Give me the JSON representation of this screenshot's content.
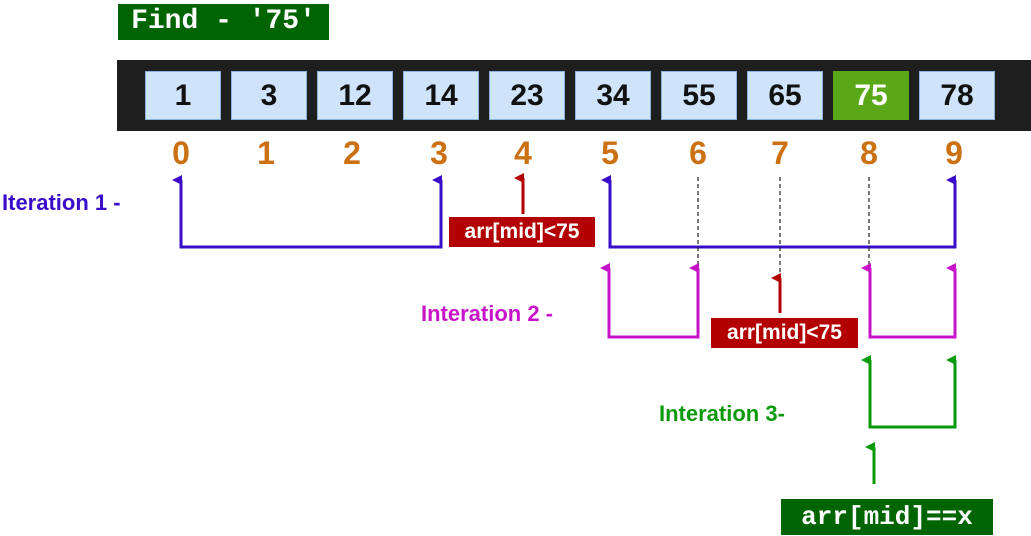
{
  "title": "Find - '75'",
  "array": [
    "1",
    "3",
    "12",
    "14",
    "23",
    "34",
    "55",
    "65",
    "75",
    "78"
  ],
  "indices": [
    "0",
    "1",
    "2",
    "3",
    "4",
    "5",
    "6",
    "7",
    "8",
    "9"
  ],
  "iteration1": {
    "label": "Iteration 1 -",
    "mid_note": "arr[mid]<75"
  },
  "iteration2": {
    "label": "Interation 2 -",
    "mid_note": "arr[mid]<75"
  },
  "iteration3": {
    "label": "Interation 3-",
    "result": "arr[mid]==x"
  },
  "colors": {
    "iteration1": "#3a0ec8",
    "iteration2": "#c814c8",
    "iteration3": "#0a9a0a",
    "mid_marker": "#b30000",
    "index": "#cc7014",
    "found_cell": "#5aa817",
    "cell": "#cfe4fb"
  }
}
